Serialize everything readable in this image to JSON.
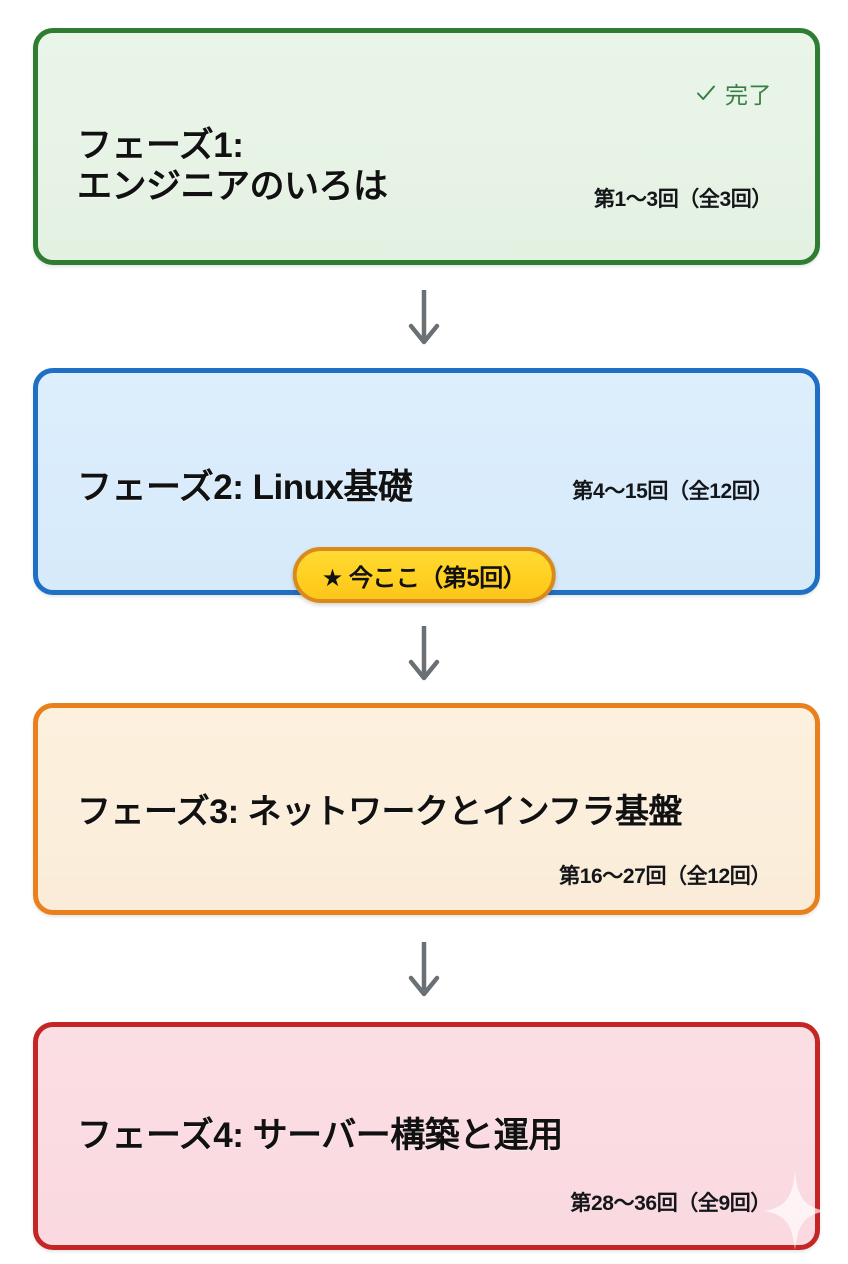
{
  "roadmap": {
    "phases": [
      {
        "id": "phase-1",
        "title": "フェーズ1:\nエンジニアのいろは",
        "range": "第1〜3回（全3回）",
        "status_label": "完了",
        "status_icon": "check-icon",
        "accent_color": "#2f7d32",
        "fill_color": "#e8f5e9"
      },
      {
        "id": "phase-2",
        "title": "フェーズ2: Linux基礎",
        "range": "第4〜15回（全12回）",
        "accent_color": "#1f6fc4",
        "fill_color": "#dceefb"
      },
      {
        "id": "phase-3",
        "title": "フェーズ3: ネットワークとインフラ基盤",
        "range": "第16〜27回（全12回）",
        "accent_color": "#e8801e",
        "fill_color": "#fdf0dc"
      },
      {
        "id": "phase-4",
        "title": "フェーズ4: サーバー構築と運用",
        "range": "第28〜36回（全9回）",
        "accent_color": "#c42626",
        "fill_color": "#fbdde3"
      }
    ],
    "current_badge": {
      "label": "★ 今ここ（第5回）",
      "border_color": "#d98a1a",
      "fill_color": "#ffd021"
    },
    "arrow_icon": "arrow-down-icon",
    "arrow_color": "#6b7074",
    "watermark_icon": "sparkle-icon"
  }
}
